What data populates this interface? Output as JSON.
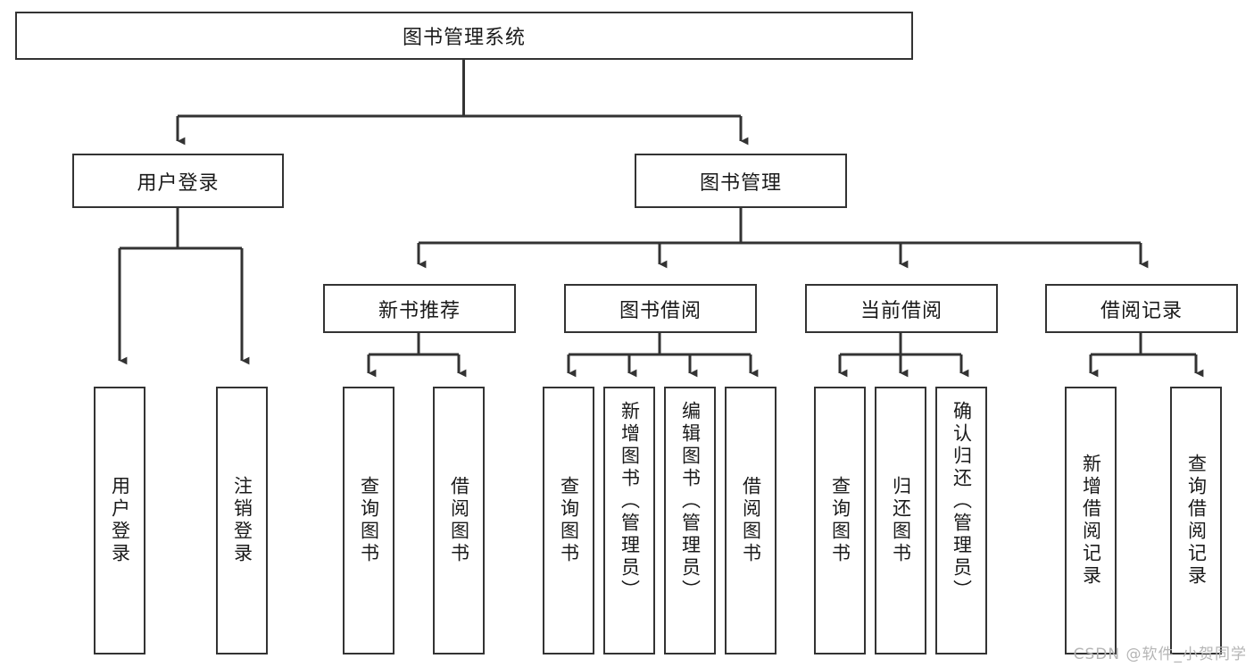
{
  "diagram": {
    "title_node": {
      "label": "图书管理系统"
    },
    "level2": [
      {
        "id": "user-login",
        "label": "用户登录"
      },
      {
        "id": "book-management",
        "label": "图书管理"
      }
    ],
    "level3": [
      {
        "id": "new-book-recommend",
        "label": "新书推荐"
      },
      {
        "id": "book-borrow",
        "label": "图书借阅"
      },
      {
        "id": "current-borrow",
        "label": "当前借阅"
      },
      {
        "id": "borrow-record",
        "label": "借阅记录"
      }
    ],
    "leaves": [
      {
        "id": "leaf-user-login",
        "label": "用户登录"
      },
      {
        "id": "leaf-logout-login",
        "label": "注销登录"
      },
      {
        "id": "leaf-query-book-1",
        "label": "查询图书"
      },
      {
        "id": "leaf-borrow-book-1",
        "label": "借阅图书"
      },
      {
        "id": "leaf-query-book-2",
        "label": "查询图书"
      },
      {
        "id": "leaf-add-book-admin",
        "label": "新增图书（管理员）"
      },
      {
        "id": "leaf-edit-book-admin",
        "label": "编辑图书（管理员）"
      },
      {
        "id": "leaf-borrow-book-2",
        "label": "借阅图书"
      },
      {
        "id": "leaf-query-book-3",
        "label": "查询图书"
      },
      {
        "id": "leaf-return-book",
        "label": "归还图书"
      },
      {
        "id": "leaf-confirm-return-admin",
        "label": "确认归还（管理员）"
      },
      {
        "id": "leaf-add-borrow-record",
        "label": "新增借阅记录"
      },
      {
        "id": "leaf-query-borrow-record",
        "label": "查询借阅记录"
      }
    ],
    "watermark": "CSDN @软件_小贺同学",
    "colors": {
      "stroke": "#333333",
      "fill": "#ffffff",
      "text": "#1a1a1a",
      "watermark": "#b5b5b5"
    }
  }
}
